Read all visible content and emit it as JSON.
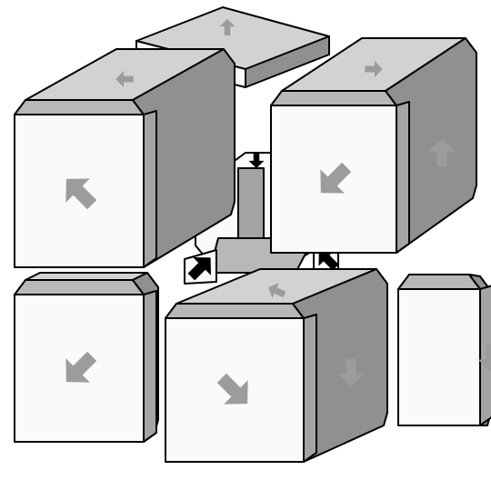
{
  "colors": {
    "background": "#ffffff",
    "top_face": "#d2d2d2",
    "top_step": "#b8b8b8",
    "front_face": "#fafafa",
    "right_face": "#909090",
    "right_step": "#a4a4a4",
    "outline": "#000000",
    "arrow_light": "#9c9c9c",
    "arrow_dark": "#000000"
  },
  "cubes": [
    {
      "id": "back-top",
      "arrows": {
        "top": "up"
      }
    },
    {
      "id": "front-left-top",
      "arrows": {
        "top": "left",
        "front": "up-left"
      }
    },
    {
      "id": "front-right-top",
      "arrows": {
        "top": "right",
        "front": "down-left",
        "right": "up"
      }
    },
    {
      "id": "front-left-bottom",
      "arrows": {
        "front": "down-left"
      }
    },
    {
      "id": "back-right-bottom",
      "arrows": {
        "right": "down"
      }
    },
    {
      "id": "front-right-bottom",
      "arrows": {
        "top": "up-left",
        "front": "down-right",
        "right": "down"
      }
    }
  ],
  "center_arrows": [
    {
      "id": "top-center",
      "direction": "down"
    },
    {
      "id": "left-center",
      "direction": "up-right"
    },
    {
      "id": "right-center",
      "direction": "up-left"
    }
  ]
}
